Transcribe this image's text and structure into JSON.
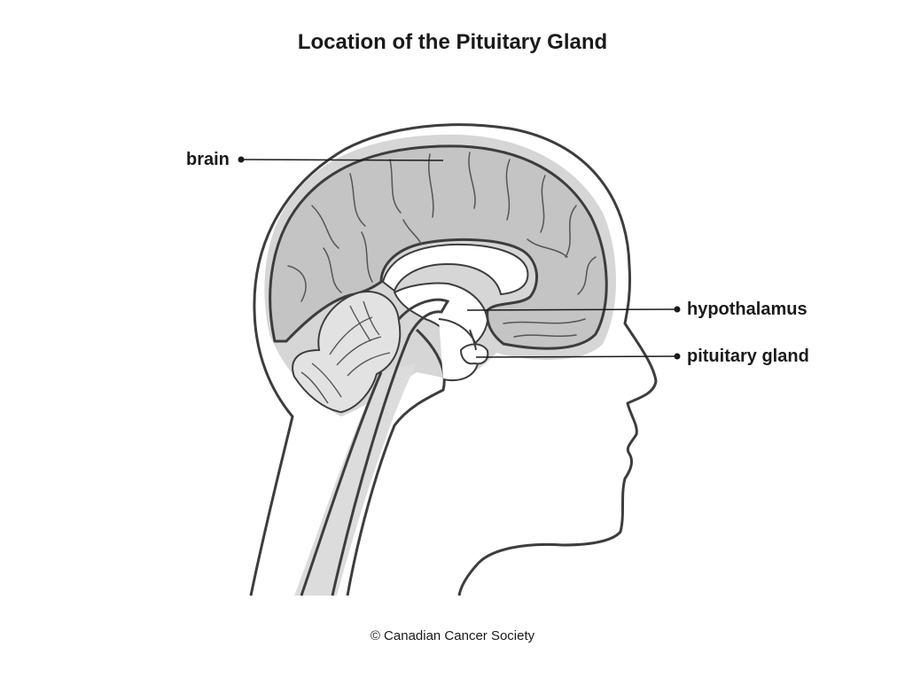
{
  "title": "Location of the Pituitary Gland",
  "labels": {
    "brain": "brain",
    "hypothalamus": "hypothalamus",
    "pituitary_gland": "pituitary gland"
  },
  "credit": "© Canadian Cancer Society",
  "colors": {
    "outline": "#3d3d3d",
    "brain_fill": "#c4c4c4",
    "halo": "#d6d6d6",
    "background": "#ffffff"
  }
}
